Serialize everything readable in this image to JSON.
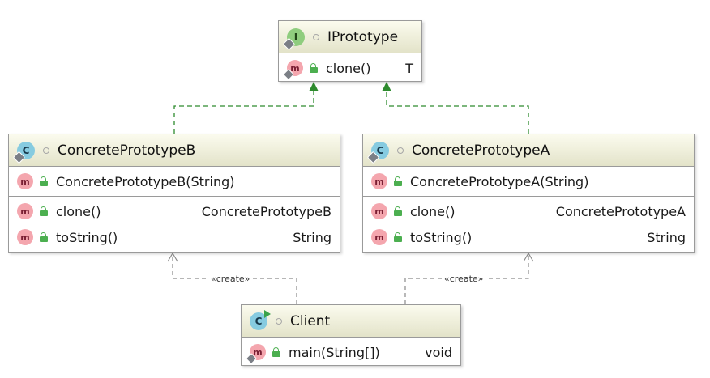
{
  "colors": {
    "realization": "#2e8b2e",
    "dependency": "#8a8a8a",
    "header_top": "#fbfbee",
    "header_bottom": "#e3e3c9",
    "method_icon": "#f4a6ae",
    "interface_icon": "#8fcd7e",
    "class_icon": "#86cbe0",
    "public_icon": "#4caf50"
  },
  "icons": {
    "interface": "I",
    "class": "C",
    "method": "m"
  },
  "prototype": {
    "title": "IPrototype",
    "methods": [
      {
        "name": "clone()",
        "type": "T"
      }
    ]
  },
  "concrete_b": {
    "title": "ConcretePrototypeB",
    "constructors": [
      {
        "name": "ConcretePrototypeB(String)"
      }
    ],
    "methods": [
      {
        "name": "clone()",
        "type": "ConcretePrototypeB"
      },
      {
        "name": "toString()",
        "type": "String"
      }
    ]
  },
  "concrete_a": {
    "title": "ConcretePrototypeA",
    "constructors": [
      {
        "name": "ConcretePrototypeA(String)"
      }
    ],
    "methods": [
      {
        "name": "clone()",
        "type": "ConcretePrototypeA"
      },
      {
        "name": "toString()",
        "type": "String"
      }
    ]
  },
  "client": {
    "title": "Client",
    "methods": [
      {
        "name": "main(String[])",
        "type": "void"
      }
    ]
  },
  "edges": {
    "create_left": "«create»",
    "create_right": "«create»"
  }
}
